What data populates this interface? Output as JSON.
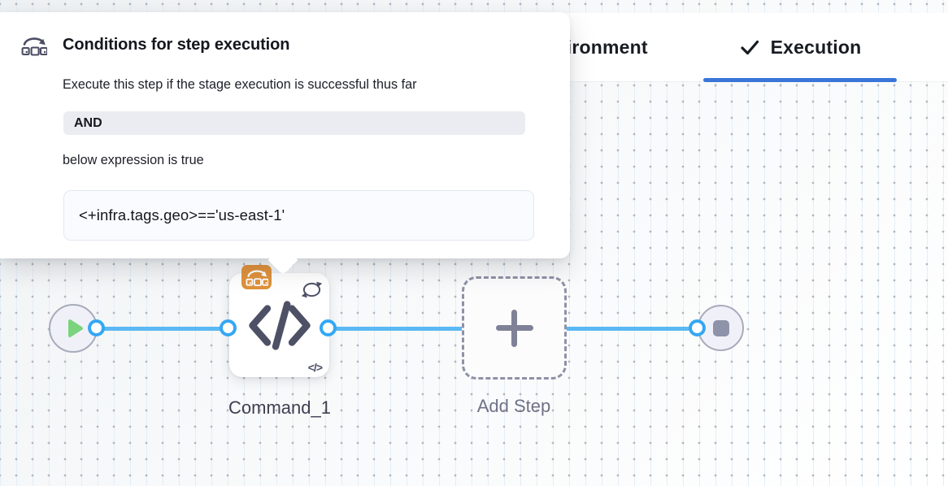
{
  "popover": {
    "title": "Conditions for step execution",
    "description": "Execute this step if the stage execution is successful thus far",
    "operator": "AND",
    "expression_intro": "below expression is true",
    "expression": "<+infra.tags.geo>=='us-east-1'"
  },
  "tabs": {
    "environment": "Environment",
    "execution": "Execution"
  },
  "pipeline": {
    "command_step_label": "Command_1",
    "add_step_label": "Add Step",
    "small_code_glyph": "</>"
  },
  "colors": {
    "tab_underline_blue": "#3a75d8",
    "connector_blue": "#35a7f3",
    "line_blue": "#5bb8f3",
    "badge_orange": "#e0923c",
    "play_green": "#7bd37e",
    "icon_slate": "#4e5166"
  }
}
